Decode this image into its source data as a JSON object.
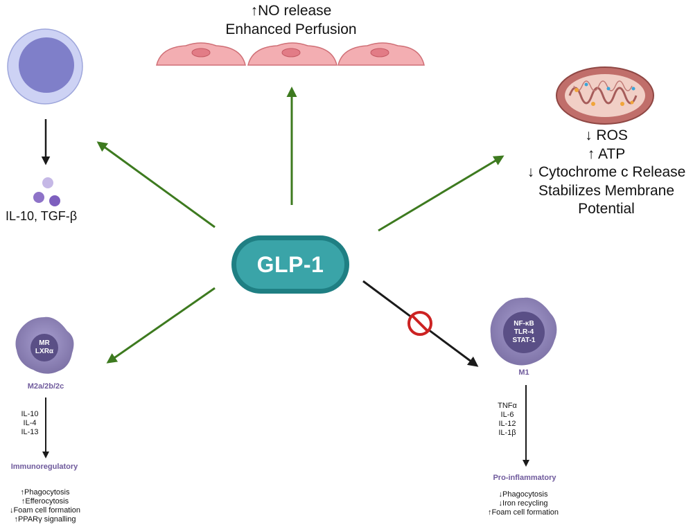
{
  "center": {
    "label": "GLP-1"
  },
  "endothelial": {
    "lines": [
      "↑NO release",
      "Enhanced Perfusion"
    ]
  },
  "mitochondria": {
    "lines": [
      "↓ ROS",
      "↑ ATP",
      "↓ Cytochrome c Release",
      "Stabilizes Membrane",
      "Potential"
    ]
  },
  "lymphocyte": {
    "cytokines": "IL-10, TGF-β"
  },
  "m2": {
    "markers": [
      "MR",
      "LXRα"
    ],
    "name": "M2a/2b/2c",
    "cytokines": [
      "IL-10",
      "IL-4",
      "IL-13"
    ],
    "role": "Immunoregulatory",
    "effects": [
      "↑Phagocytosis",
      "↑Efferocytosis",
      "↓Foam cell formation",
      "↑PPARγ signalling"
    ]
  },
  "m1": {
    "markers": [
      "NF-κB",
      "TLR-4",
      "STAT-1"
    ],
    "name": "M1",
    "cytokines": [
      "TNFα",
      "IL-6",
      "IL-12",
      "IL-1β"
    ],
    "role": "Pro-inflammatory",
    "effects": [
      "↓Phagocytosis",
      "↓Iron recycling",
      "↑Foam cell formation"
    ]
  },
  "colors": {
    "activate_arrow": "#3d7a1f",
    "inhibit_arrow": "#1a1a1a",
    "center_fill": "#3aa4a8",
    "center_border": "#1f7f83",
    "inhibit_symbol": "#cc2222",
    "macrophage": "#8a7fb3"
  }
}
